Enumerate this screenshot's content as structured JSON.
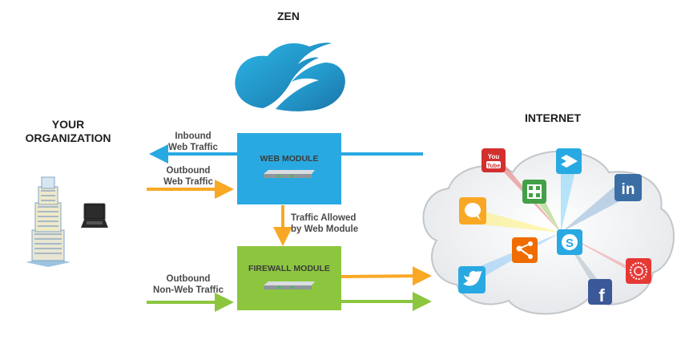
{
  "zen": {
    "title": "ZEN"
  },
  "organization": {
    "title_line1": "YOUR",
    "title_line2": "ORGANIZATION"
  },
  "internet": {
    "title": "INTERNET",
    "apps": [
      "youtube",
      "dropbox",
      "linkedin",
      "microsoft-office",
      "chat",
      "share",
      "skype",
      "twitter",
      "facebook",
      "opera"
    ]
  },
  "web_module": {
    "title": "WEB MODULE",
    "color": "#29a9e1"
  },
  "firewall_module": {
    "title": "FIREWALL MODULE",
    "color": "#8cc63f"
  },
  "labels": {
    "inbound_web_line1": "Inbound",
    "inbound_web_line2": "Web Traffic",
    "outbound_web_line1": "Outbound",
    "outbound_web_line2": "Web Traffic",
    "allowed_line1": "Traffic Allowed",
    "allowed_line2": "by Web Module",
    "outbound_nonweb_line1": "Outbound",
    "outbound_nonweb_line2": "Non-Web Traffic"
  },
  "colors": {
    "blue": "#29a9e1",
    "orange": "#f9a825",
    "green": "#8cc63f"
  }
}
